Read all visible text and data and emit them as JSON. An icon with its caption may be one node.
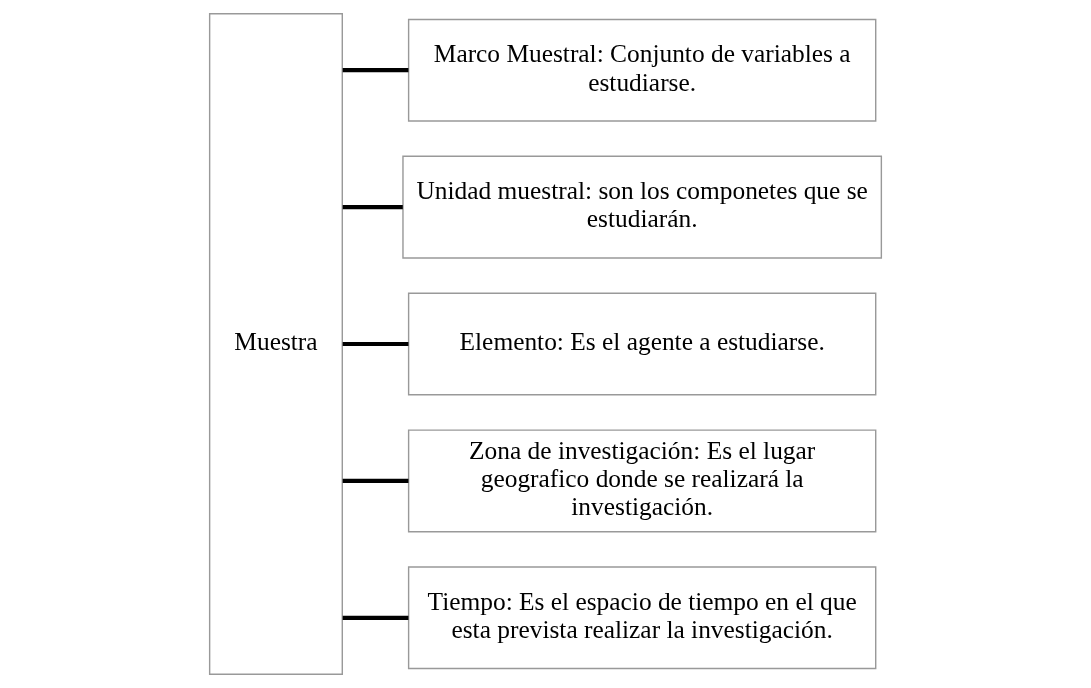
{
  "diagram": {
    "nodes": [
      {
        "text": [
          "Muestra"
        ]
      },
      {
        "text": [
          "Marco Muestral: Conjunto de variables a estudiarse."
        ]
      },
      {
        "text": [
          "Unidad muestral: son los componetes que se estudiarán."
        ]
      },
      {
        "text": [
          "Elemento: Es el agente a estudiarse."
        ]
      },
      {
        "text": [
          "Zona de investigación: Es el lugar geografico donde se realizará la investigación."
        ]
      },
      {
        "text": [
          "Tiempo: Es el espacio de tiempo en el que esta prevista realizar la investigación."
        ]
      }
    ],
    "edges": [
      {
        "from": 0,
        "to": 1,
        "arrow": "none"
      },
      {
        "from": 0,
        "to": 2,
        "arrow": "none"
      },
      {
        "from": 0,
        "to": 3,
        "arrow": "none"
      },
      {
        "from": 0,
        "to": 4,
        "arrow": "none"
      },
      {
        "from": 0,
        "to": 5,
        "arrow": "none"
      }
    ]
  }
}
